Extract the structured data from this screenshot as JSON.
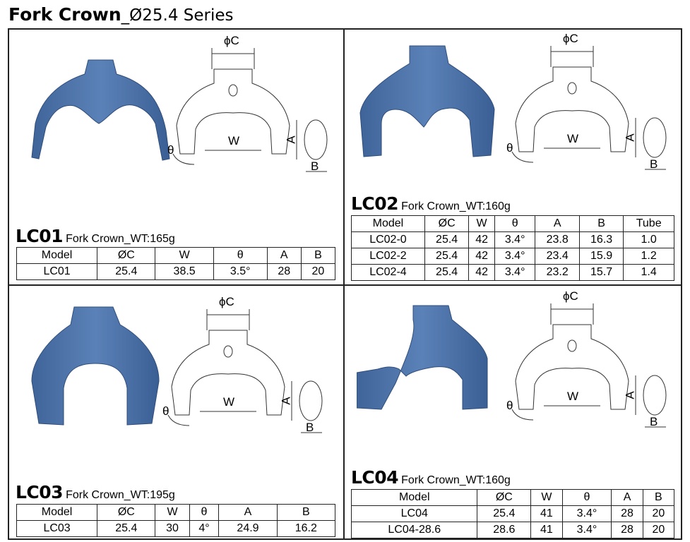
{
  "page_title": {
    "bold": "Fork Crown",
    "rest": "_Ø25.4 Series"
  },
  "diagram_labels": {
    "c": "ϕC",
    "w": "W",
    "theta": "θ",
    "a": "A",
    "b": "B"
  },
  "colors": {
    "crown_blue": "#5b82b8",
    "border": "#222222"
  },
  "panels": [
    {
      "code": "LC01",
      "subtitle": "Fork Crown_WT:165g",
      "headers": [
        "Model",
        "ØC",
        "W",
        "θ",
        "A",
        "B"
      ],
      "rows": [
        [
          "LC01",
          "25.4",
          "38.5",
          "3.5°",
          "28",
          "20"
        ]
      ]
    },
    {
      "code": "LC02",
      "subtitle": "Fork Crown_WT:160g",
      "headers": [
        "Model",
        "ØC",
        "W",
        "θ",
        "A",
        "B",
        "Tube"
      ],
      "rows": [
        [
          "LC02-0",
          "25.4",
          "42",
          "3.4°",
          "23.8",
          "16.3",
          "1.0"
        ],
        [
          "LC02-2",
          "25.4",
          "42",
          "3.4°",
          "23.4",
          "15.9",
          "1.2"
        ],
        [
          "LC02-4",
          "25.4",
          "42",
          "3.4°",
          "23.2",
          "15.7",
          "1.4"
        ]
      ]
    },
    {
      "code": "LC03",
      "subtitle": "Fork Crown_WT:195g",
      "headers": [
        "Model",
        "ØC",
        "W",
        "θ",
        "A",
        "B"
      ],
      "rows": [
        [
          "LC03",
          "25.4",
          "30",
          "4°",
          "24.9",
          "16.2"
        ]
      ]
    },
    {
      "code": "LC04",
      "subtitle": "Fork Crown_WT:160g",
      "headers": [
        "Model",
        "ØC",
        "W",
        "θ",
        "A",
        "B"
      ],
      "rows": [
        [
          "LC04",
          "25.4",
          "41",
          "3.4°",
          "28",
          "20"
        ],
        [
          "LC04-28.6",
          "28.6",
          "41",
          "3.4°",
          "28",
          "20"
        ]
      ]
    }
  ]
}
